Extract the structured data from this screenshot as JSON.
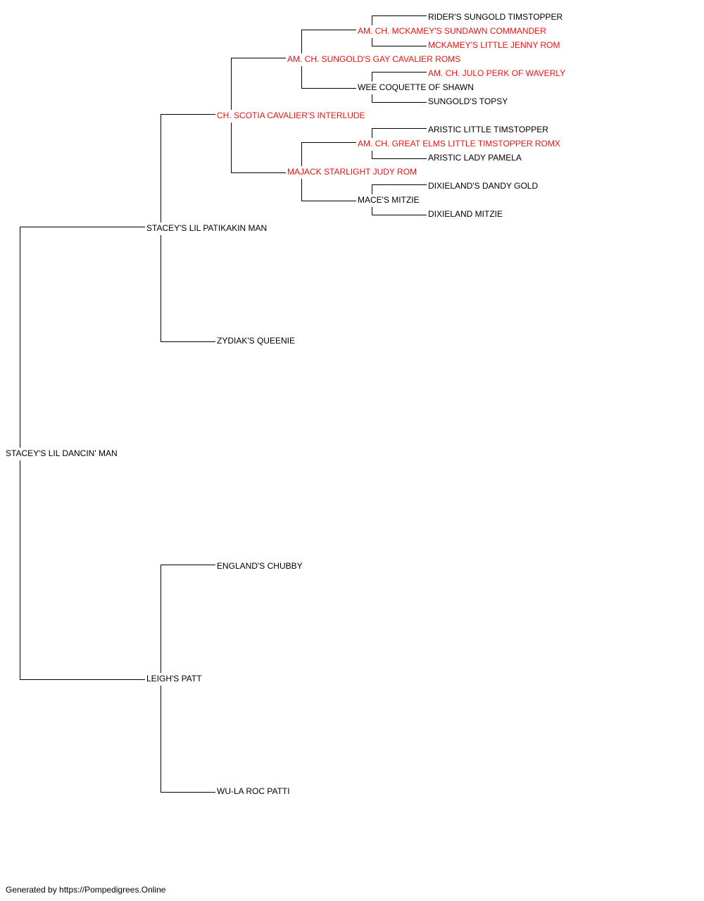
{
  "colors": {
    "champion": "#ee1111",
    "normal": "#000000",
    "line": "#000000"
  },
  "pedigree": {
    "subject": {
      "name": "STACEY'S LIL DANCIN' MAN",
      "champion": false
    },
    "sire": {
      "name": "STACEY'S LIL PATIKAKIN MAN",
      "champion": false
    },
    "dam": {
      "name": "LEIGH'S PATT",
      "champion": false
    },
    "sire_sire": {
      "name": "CH. SCOTIA CAVALIER'S INTERLUDE",
      "champion": true
    },
    "sire_dam": {
      "name": "ZYDIAK'S QUEENIE",
      "champion": false
    },
    "dam_sire": {
      "name": "ENGLAND'S CHUBBY",
      "champion": false
    },
    "dam_dam": {
      "name": "WU-LA ROC PATTI",
      "champion": false
    },
    "sss": {
      "name": "AM. CH. SUNGOLD'S GAY CAVALIER ROMS",
      "champion": true
    },
    "ssd": {
      "name": "MAJACK STARLIGHT JUDY ROM",
      "champion": true
    },
    "ssss": {
      "name": "AM. CH. MCKAMEY'S SUNDAWN COMMANDER",
      "champion": true
    },
    "sssd": {
      "name": "WEE COQUETTE OF SHAWN",
      "champion": false
    },
    "ssds": {
      "name": "AM. CH. GREAT ELMS LITTLE TIMSTOPPER ROMX",
      "champion": true
    },
    "ssdd": {
      "name": "MACE'S MITZIE",
      "champion": false
    },
    "sssss": {
      "name": "RIDER'S SUNGOLD TIMSTOPPER",
      "champion": false
    },
    "ssssd": {
      "name": "MCKAMEY'S LITTLE JENNY ROM",
      "champion": true
    },
    "sssds": {
      "name": "AM. CH. JULO PERK OF WAVERLY",
      "champion": true
    },
    "sssdd": {
      "name": "SUNGOLD'S TOPSY",
      "champion": false
    },
    "ssdss": {
      "name": "ARISTIC LITTLE TIMSTOPPER",
      "champion": false
    },
    "ssdsd": {
      "name": "ARISTIC LADY PAMELA",
      "champion": false
    },
    "ssdds": {
      "name": "DIXIELAND'S DANDY GOLD",
      "champion": false
    },
    "ssddd": {
      "name": "DIXIELAND MITZIE",
      "champion": false
    }
  },
  "footer": "Generated by https://Pompedigrees.Online"
}
